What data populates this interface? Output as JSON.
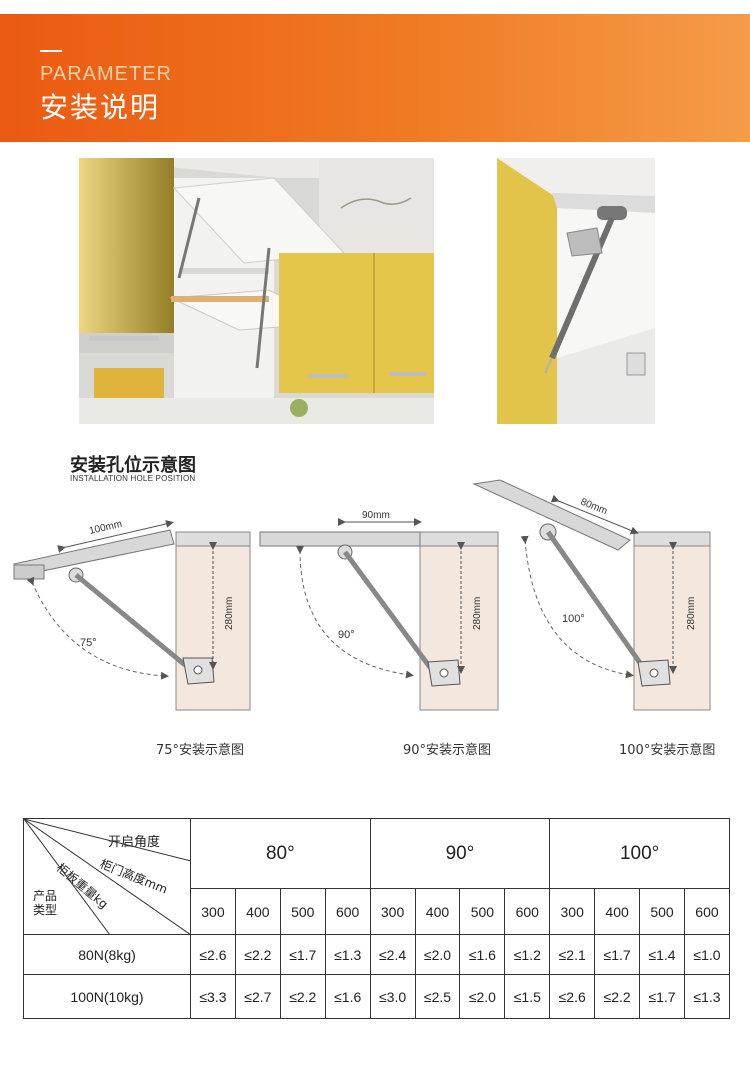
{
  "banner": {
    "en": "PARAMETER",
    "cn": "安装说明"
  },
  "section": {
    "title": "安装孔位示意图",
    "subtitle": "INSTALLATION HOLE POSITION"
  },
  "diagrams": [
    {
      "angle": "75°",
      "distance": "100mm",
      "height": "280mm",
      "caption": "75°安装示意图"
    },
    {
      "angle": "90°",
      "distance": "90mm",
      "height": "280mm",
      "caption": "90°安装示意图"
    },
    {
      "angle": "100°",
      "distance": "80mm",
      "height": "280mm",
      "caption": "100°安装示意图"
    }
  ],
  "table": {
    "header_angle": "开启角度",
    "header_height": "柜门高度mm",
    "header_weight": "柜板重量kg",
    "header_type": "产品类型",
    "angles": [
      "80°",
      "90°",
      "100°"
    ],
    "lengths": [
      "300",
      "400",
      "500",
      "600",
      "300",
      "400",
      "500",
      "600",
      "300",
      "400",
      "500",
      "600"
    ],
    "rows": [
      {
        "label": "80N(8kg)",
        "values": [
          "≤2.6",
          "≤2.2",
          "≤1.7",
          "≤1.3",
          "≤2.4",
          "≤2.0",
          "≤1.6",
          "≤1.2",
          "≤2.1",
          "≤1.7",
          "≤1.4",
          "≤1.0"
        ]
      },
      {
        "label": "100N(10kg)",
        "values": [
          "≤3.3",
          "≤2.7",
          "≤2.2",
          "≤1.6",
          "≤3.0",
          "≤2.5",
          "≤2.0",
          "≤1.5",
          "≤2.6",
          "≤2.2",
          "≤1.7",
          "≤1.3"
        ]
      }
    ]
  }
}
